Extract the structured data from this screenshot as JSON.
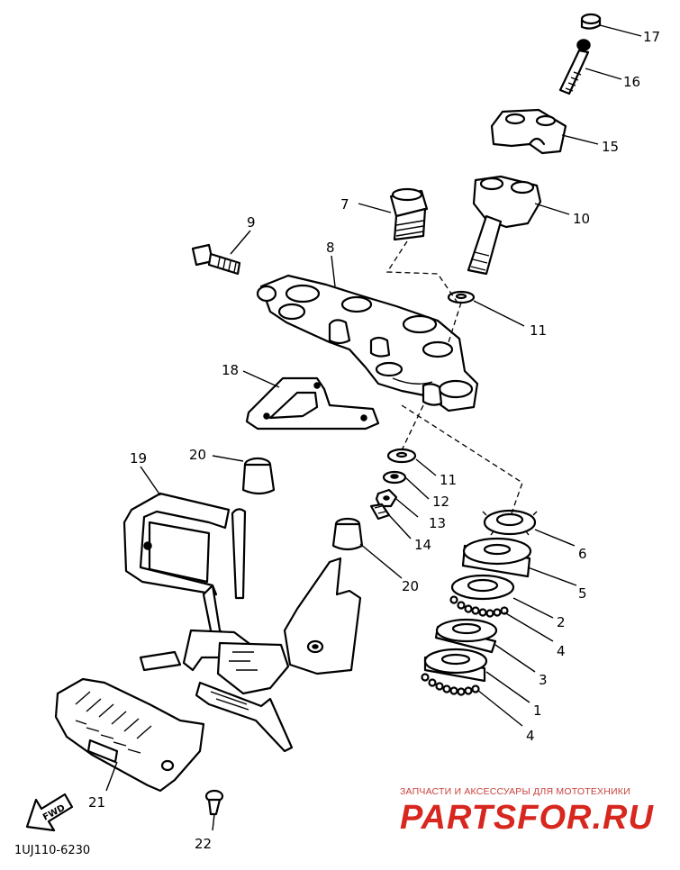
{
  "labels": {
    "p1": "1",
    "p2": "2",
    "p3": "3",
    "p4a": "4",
    "p4b": "4",
    "p5": "5",
    "p6": "6",
    "p7": "7",
    "p8": "8",
    "p9": "9",
    "p10": "10",
    "p11a": "11",
    "p11b": "11",
    "p12": "12",
    "p13": "13",
    "p14": "14",
    "p15": "15",
    "p16": "16",
    "p17": "17",
    "p18": "18",
    "p19": "19",
    "p20a": "20",
    "p20b": "20",
    "p21": "21",
    "p22": "22"
  },
  "diagram_code": "1UJ110-6230",
  "direction_tag": "FWD",
  "watermark": {
    "tagline": "ЗАПЧАСТИ И АКСЕССУАРЫ ДЛЯ МОТОТЕХНИКИ",
    "brand": "PARTSFOR.RU"
  }
}
